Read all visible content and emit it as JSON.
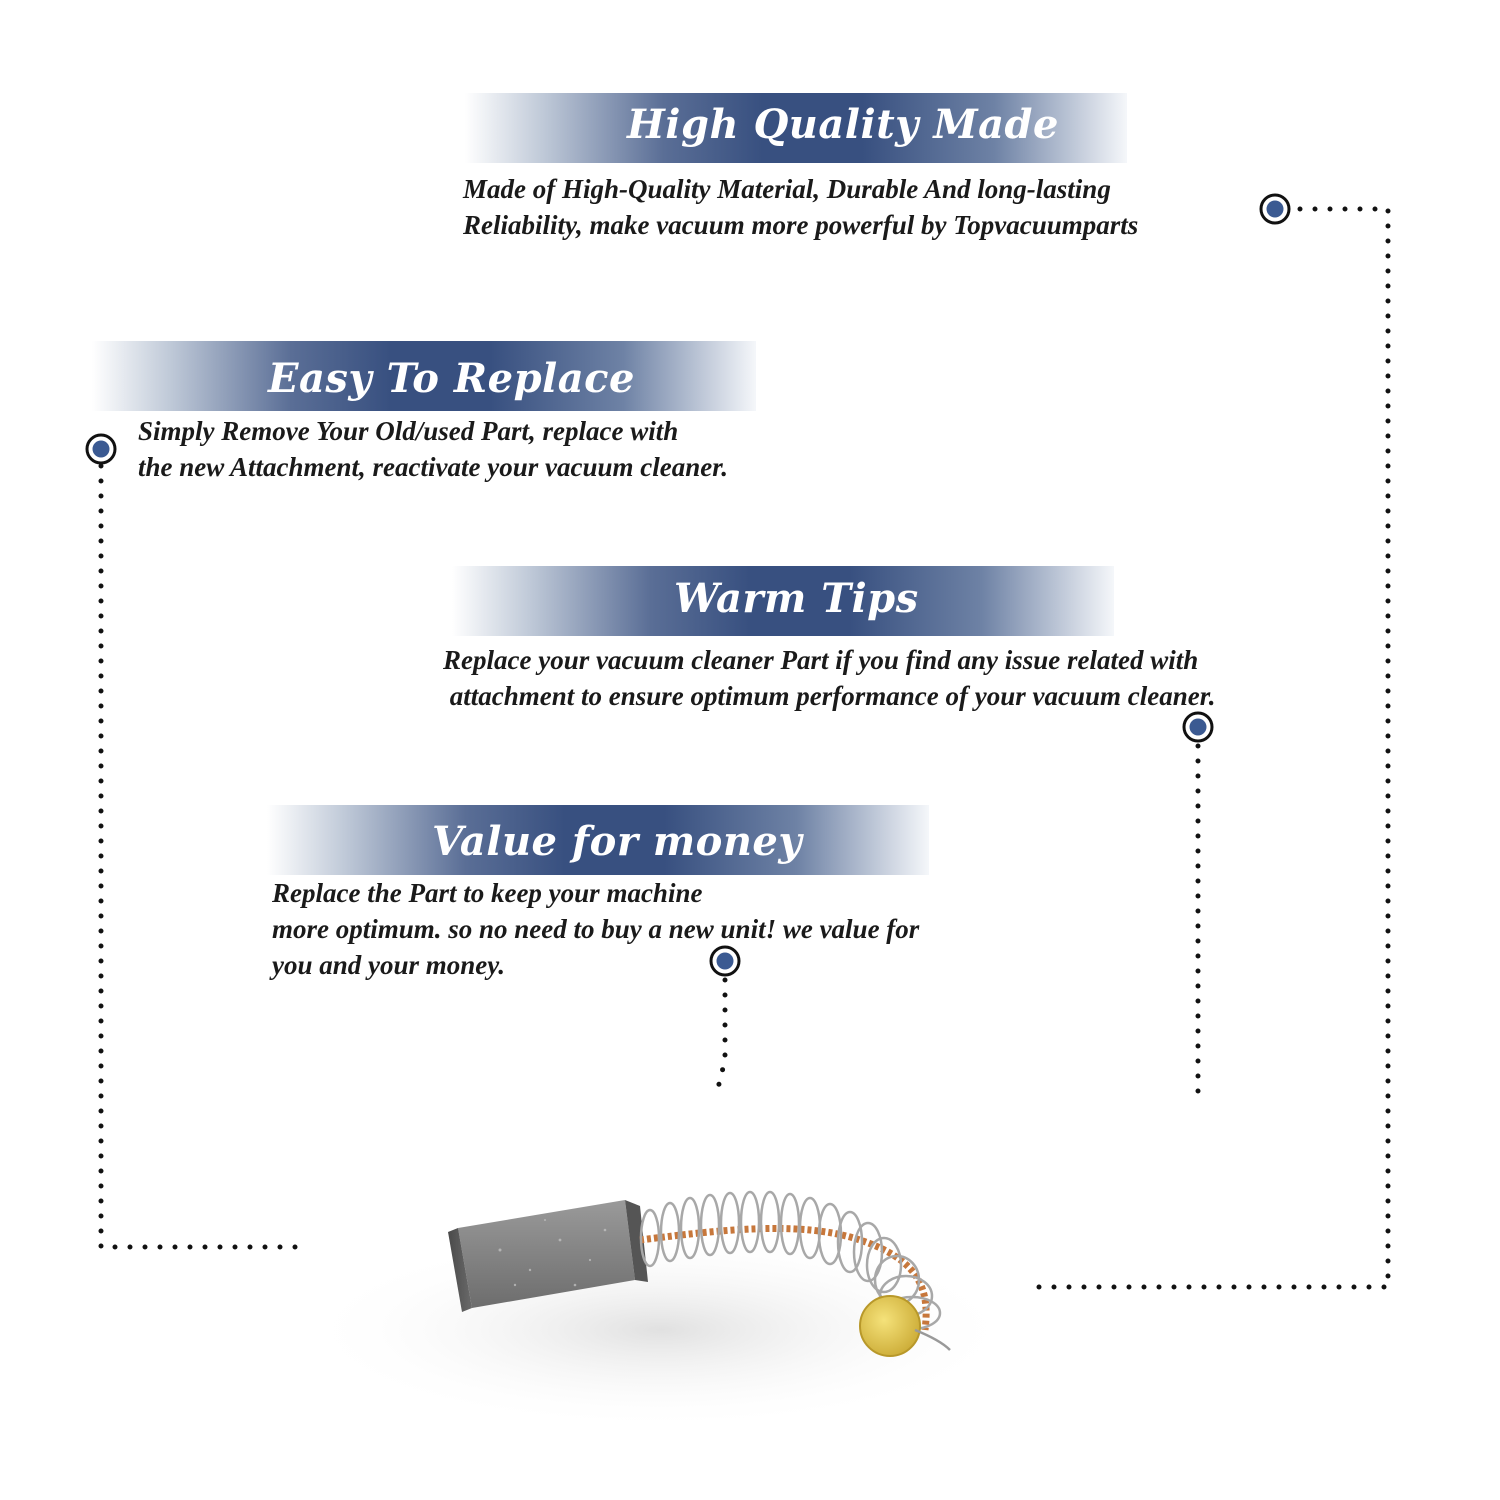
{
  "sections": [
    {
      "title": "High Quality Made",
      "description_lines": [
        "Made of  High-Quality Material, Durable And long-lasting",
        "Reliability, make vacuum more powerful by Topvacuumparts"
      ]
    },
    {
      "title": "Easy To Replace",
      "description_lines": [
        "Simply Remove Your Old/used Part, replace with",
        "the new Attachment, reactivate your vacuum cleaner."
      ]
    },
    {
      "title": "Warm Tips",
      "description_lines": [
        "Replace your vacuum cleaner Part if you find any issue related with",
        " attachment to ensure optimum performance of your vacuum cleaner."
      ]
    },
    {
      "title": "Value for money",
      "description_lines": [
        "Replace the Part to keep your machine",
        "more optimum. so no need to buy a new unit! we value for",
        "you and your money."
      ]
    }
  ],
  "colors": {
    "banner_blue": "#385080",
    "marker_blue": "#3b5a92",
    "dot_color": "#111111",
    "text_color": "#1a1a1a"
  },
  "product": {
    "icon": "carbon-brush-with-spring-icon"
  }
}
